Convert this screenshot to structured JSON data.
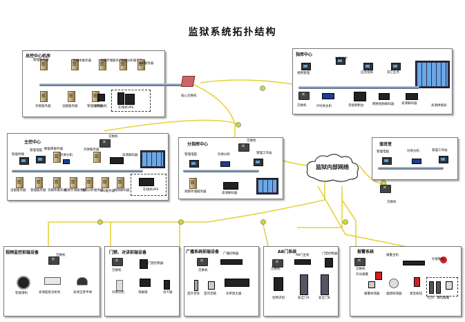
{
  "title": "监狱系统拓扑结构",
  "cloud_label": "监狱内部网络",
  "core_switch": "核心交换机",
  "sections": {
    "zongkong": {
      "title": "总控中心机房",
      "top_items": [
        "管理服务器",
        "流媒体服务器",
        "视频存储服务器",
        "视频分析服务器",
        "GIS服务器"
      ],
      "bottom_items": [
        "对接服务器",
        "证据服务器",
        "管理服务器",
        "视频拍机",
        "在线式UPS"
      ]
    },
    "zhihui": {
      "title": "指挥中心",
      "top_items": [
        "视频管理",
        "地图显示",
        "应急指挥",
        "其它业务"
      ],
      "bottom_items": [
        "交换机",
        "IP对讲主机",
        "音视频制台",
        "网络视频解码器",
        "高清解码器",
        "高清拼接屏"
      ]
    },
    "zhukong": {
      "title": "主控中心",
      "items": [
        "交换机",
        "管理电脑",
        "数据库服务器",
        "对讲分机",
        "对讲服务器",
        "智能终端",
        "高清解码器"
      ],
      "bottom_items": [
        "证据服务器",
        "管理服务器",
        "流媒体服务器",
        "视频存储服务器",
        "视频分析服务器",
        "GIS服务器",
        "视频解码器",
        "在线式UPS"
      ]
    },
    "fenzhihui": {
      "title": "分指挥中心",
      "items": [
        "交换机",
        "管理电脑",
        "对讲分机",
        "管理工作站",
        "视频存储服务器",
        "高清解码器"
      ]
    },
    "zhiban": {
      "title": "值班室",
      "items": [
        "管理电脑",
        "对讲分机",
        "管理工作站",
        "交换机"
      ]
    },
    "qianduan": {
      "title": "视频监控前端设备",
      "items": [
        "交换机",
        "智能球机",
        "高清超星光枪机",
        "高清全景半球"
      ]
    },
    "menjin": {
      "title": "门禁、对讲前端设备",
      "items": [
        "交换机",
        "门禁控制器",
        "对讲分机",
        "电磁锁",
        "读卡器"
      ]
    },
    "guangbo": {
      "title": "广播系统前端设备",
      "items": [
        "交换机",
        "广播控制器",
        "室外音柱",
        "室内音箱",
        "功率放大器"
      ]
    },
    "ab": {
      "title": "AB门系统",
      "items": [
        "交换机",
        "AB门主机",
        "门禁控制器",
        "生物识别",
        "安全门A",
        "安全门B"
      ]
    },
    "baojing": {
      "title": "报警系统",
      "items": [
        "交换机",
        "报警主机",
        "外接警号",
        "声光报警",
        "报警探测器",
        "烟感探测器",
        "紧急按钮",
        "红外、震动报警"
      ]
    }
  }
}
